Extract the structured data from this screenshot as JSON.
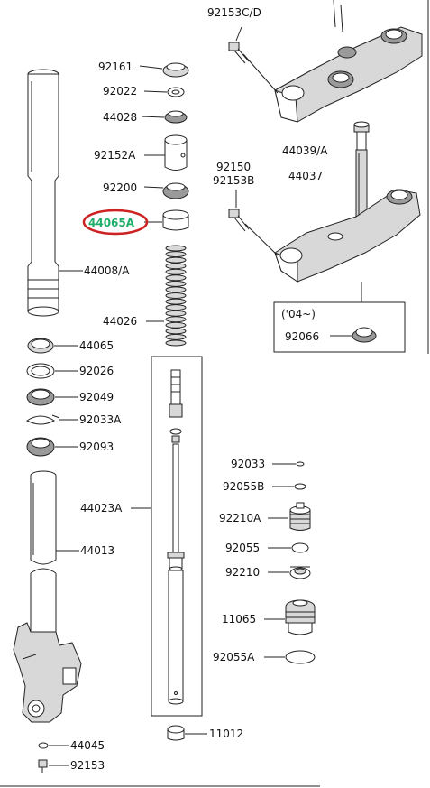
{
  "highlight": {
    "color": "#cc2222",
    "text_color": "#1fae6a",
    "label": "44065A"
  },
  "callouts": {
    "c92153CD": "92153C/D",
    "c92161": "92161",
    "c92022": "92022",
    "c44028": "44028",
    "c92152A": "92152A",
    "c92200": "92200",
    "c44008A": "44008/A",
    "c44026": "44026",
    "c44039A": "44039/A",
    "c44037": "44037",
    "c92150": "92150",
    "c92153B": "92153B",
    "c04note": "('04~)",
    "c92066": "92066",
    "c44065": "44065",
    "c92026": "92026",
    "c92049": "92049",
    "c92033A": "92033A",
    "c92093": "92093",
    "c44023A": "44023A",
    "c44013": "44013",
    "c92033": "92033",
    "c92055B": "92055B",
    "c92210A": "92210A",
    "c92055": "92055",
    "c92210": "92210",
    "c11065": "11065",
    "c92055A": "92055A",
    "c11012": "11012",
    "c44045": "44045",
    "c92153": "92153"
  }
}
